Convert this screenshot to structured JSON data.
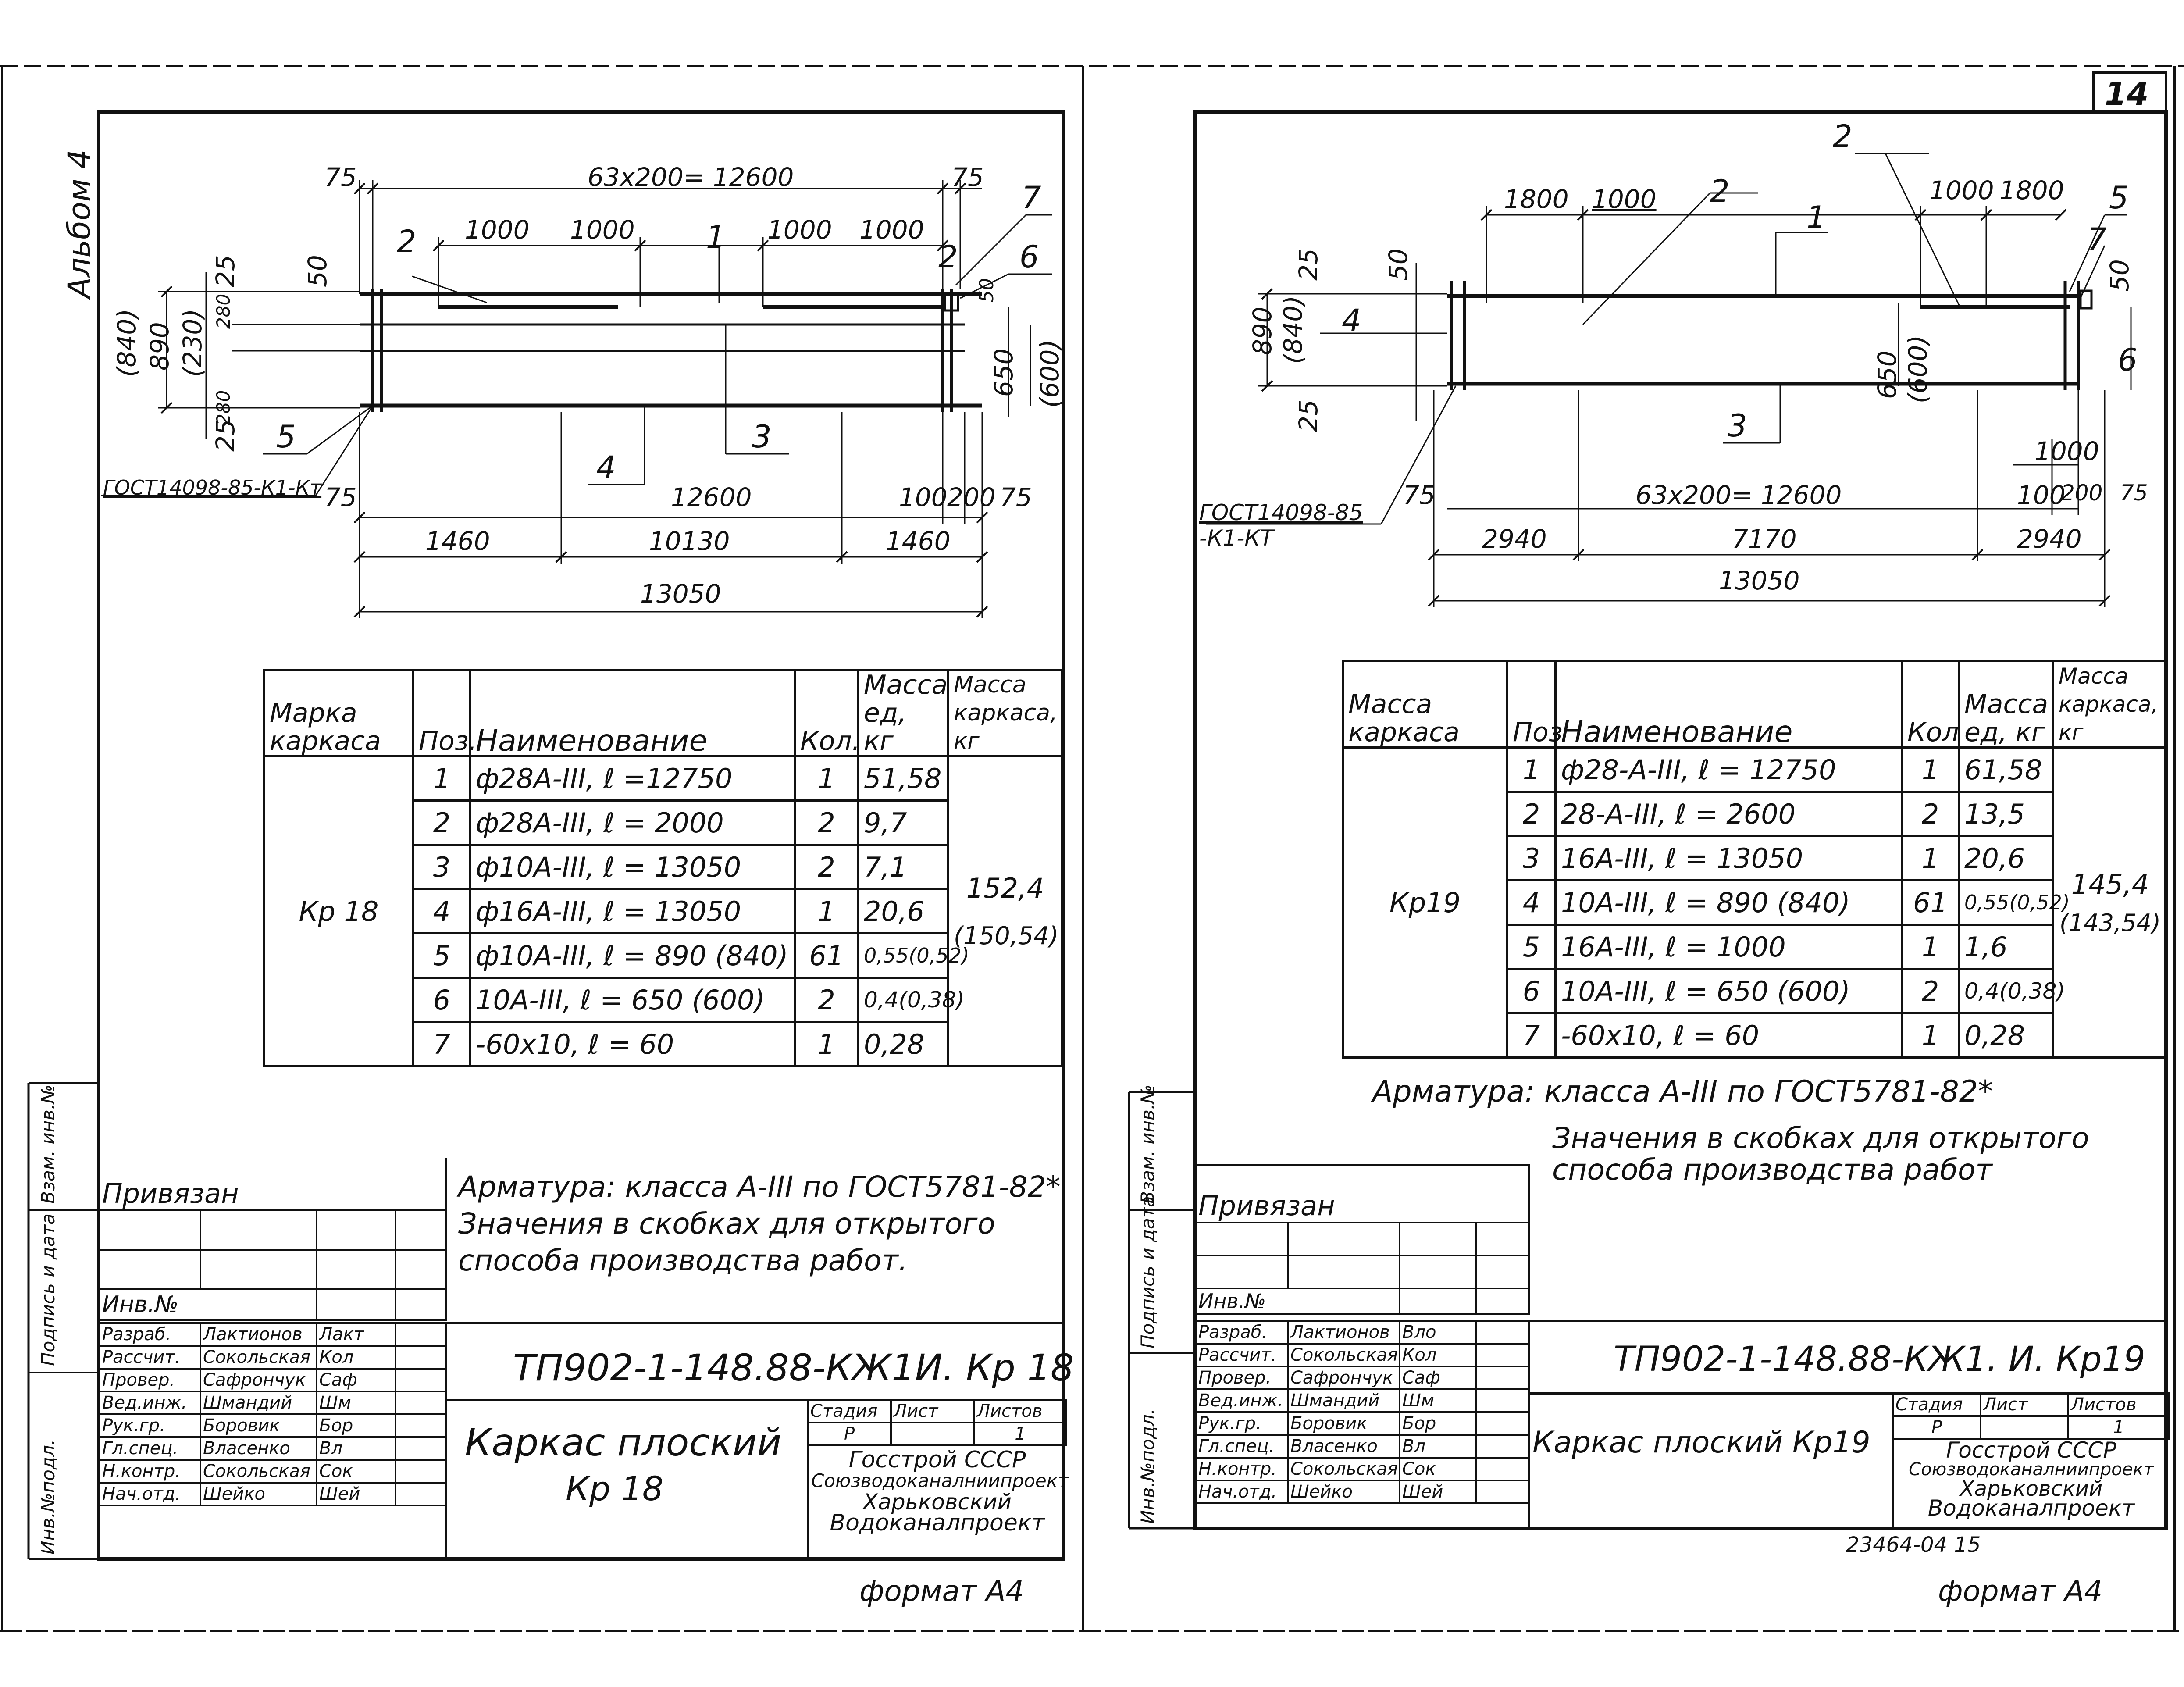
{
  "page_number": "14",
  "album_label": "Альбом 4",
  "side_labels": [
    "Инв.№подл.",
    "Подпись и дата",
    "Взам. инв.№"
  ],
  "left_sheet": {
    "drawing": {
      "top_dims": [
        "75",
        "63x200= 12600",
        "75"
      ],
      "sub_dims": [
        "1000",
        "1000",
        "1000",
        "1000"
      ],
      "pos_labels": [
        "2",
        "1",
        "2",
        "7",
        "6",
        "5",
        "4",
        "3"
      ],
      "left_dims": [
        "(840)",
        "890",
        "(230)",
        "25",
        "50",
        "25",
        "280",
        "280",
        "280",
        "280"
      ],
      "right_dims": [
        "50",
        "650",
        "(600)"
      ],
      "gost_label": "ГОСТ14098-85-К1-Кт",
      "bottom_dims_1": [
        "75",
        "12600",
        "100",
        "200",
        "75"
      ],
      "bottom_dims_2": [
        "1460",
        "10130",
        "1460"
      ],
      "total_dim": "13050"
    },
    "spec": {
      "headers": [
        "Марка каркаса",
        "Поз.",
        "Наименование",
        "Кол.",
        "Масса ед, кг",
        "Масса каркаса, кг"
      ],
      "mark": "Кр 18",
      "frame_mass": [
        "152,4",
        "(150,54)"
      ],
      "rows": [
        {
          "pos": "1",
          "name": "ф28А-III, ℓ =12750",
          "qty": "1",
          "mass": "51,58"
        },
        {
          "pos": "2",
          "name": "ф28А-III, ℓ = 2000",
          "qty": "2",
          "mass": "9,7"
        },
        {
          "pos": "3",
          "name": "ф10А-III, ℓ = 13050",
          "qty": "2",
          "mass": "7,1"
        },
        {
          "pos": "4",
          "name": "ф16А-III, ℓ = 13050",
          "qty": "1",
          "mass": "20,6"
        },
        {
          "pos": "5",
          "name": "ф10А-III, ℓ = 890 (840)",
          "qty": "61",
          "mass": "0,55(0,52)"
        },
        {
          "pos": "6",
          "name": "10А-III, ℓ = 650 (600)",
          "qty": "2",
          "mass": "0,4(0,38)"
        },
        {
          "pos": "7",
          "name": "-60х10, ℓ = 60",
          "qty": "1",
          "mass": "0,28"
        }
      ]
    },
    "notes": [
      "Арматура: класса А-III по ГОСТ5781-82*",
      "Значения в скобках для открытого",
      "способа производства работ."
    ],
    "privyazan": "Привязан",
    "inv_no": "Инв.№",
    "title_block": {
      "code": "ТП902-1-148.88-КЖ1И. Кр 18",
      "title_line1": "Каркас плоский",
      "title_line2": "Кр 18",
      "stage_headers": [
        "Стадия",
        "Лист",
        "Листов"
      ],
      "stage_values": [
        "Р",
        "",
        "1"
      ],
      "org": [
        "Госстрой СССР",
        "Союзводоканалниипроект",
        "Харьковский",
        "Водоканалпроект"
      ],
      "people": [
        {
          "role": "Разраб.",
          "name": "Лактионов",
          "sign": "Лакт"
        },
        {
          "role": "Рассчит.",
          "name": "Сокольская",
          "sign": "Кол"
        },
        {
          "role": "Провер.",
          "name": "Сафрончук",
          "sign": "Саф"
        },
        {
          "role": "Вед.инж.",
          "name": "Шмандий",
          "sign": "Шм"
        },
        {
          "role": "Рук.гр.",
          "name": "Боровик",
          "sign": "Бор"
        },
        {
          "role": "Гл.спец.",
          "name": "Власенко",
          "sign": "Вл"
        },
        {
          "role": "Н.контр.",
          "name": "Сокольская",
          "sign": "Сок"
        },
        {
          "role": "Нач.отд.",
          "name": "Шейко",
          "sign": "Шей"
        }
      ]
    },
    "format": "формат А4"
  },
  "right_sheet": {
    "drawing": {
      "pos_labels": [
        "2",
        "2",
        "1",
        "5",
        "7",
        "4",
        "6",
        "3"
      ],
      "top_dims": [
        "1800",
        "1000",
        "1000",
        "1800"
      ],
      "left_dims": [
        "890",
        "(840)",
        "25",
        "50",
        "25"
      ],
      "right_dims": [
        "650",
        "(600)",
        "50",
        "1000"
      ],
      "gost_label": [
        "ГОСТ14098-85",
        "-К1-КТ"
      ],
      "bottom_dims_1": [
        "75",
        "63x200= 12600",
        "100",
        "200",
        "75"
      ],
      "bottom_dims_2": [
        "2940",
        "7170",
        "2940"
      ],
      "total_dim": "13050"
    },
    "spec": {
      "headers": [
        "Масса каркаса",
        "Поз",
        "Наименование",
        "Кол",
        "Масса ед, кг",
        "Масса каркаса, кг"
      ],
      "mark": "Кр19",
      "frame_mass": [
        "145,4",
        "(143,54)"
      ],
      "rows": [
        {
          "pos": "1",
          "name": "ф28-А-III, ℓ = 12750",
          "qty": "1",
          "mass": "61,58"
        },
        {
          "pos": "2",
          "name": "28-А-III, ℓ = 2600",
          "qty": "2",
          "mass": "13,5"
        },
        {
          "pos": "3",
          "name": "16А-III, ℓ = 13050",
          "qty": "1",
          "mass": "20,6"
        },
        {
          "pos": "4",
          "name": "10А-III, ℓ = 890 (840)",
          "qty": "61",
          "mass": "0,55(0,52)"
        },
        {
          "pos": "5",
          "name": "16А-III, ℓ = 1000",
          "qty": "1",
          "mass": "1,6"
        },
        {
          "pos": "6",
          "name": "10А-III, ℓ = 650 (600)",
          "qty": "2",
          "mass": "0,4(0,38)"
        },
        {
          "pos": "7",
          "name": "-60х10, ℓ = 60",
          "qty": "1",
          "mass": "0,28"
        }
      ]
    },
    "notes": [
      "Арматура: класса А-III по ГОСТ5781-82*",
      "Значения в скобках для открытого",
      "способа производства работ"
    ],
    "privyazan": "Привязан",
    "inv_no": "Инв.№",
    "title_block": {
      "code": "ТП902-1-148.88-КЖ1. И. Кр19",
      "title_line1": "Каркас плоский Кр19",
      "stage_headers": [
        "Стадия",
        "Лист",
        "Листов"
      ],
      "stage_values": [
        "Р",
        "",
        "1"
      ],
      "org": [
        "Госстрой СССР",
        "Союзводоканалниипроект",
        "Харьковский",
        "Водоканалпроект"
      ],
      "people": [
        {
          "role": "Разраб.",
          "name": "Лактионов",
          "sign": "Вло"
        },
        {
          "role": "Рассчит.",
          "name": "Сокольская",
          "sign": "Кол"
        },
        {
          "role": "Провер.",
          "name": "Сафрончук",
          "sign": "Саф"
        },
        {
          "role": "Вед.инж.",
          "name": "Шмандий",
          "sign": "Шм"
        },
        {
          "role": "Рук.гр.",
          "name": "Боровик",
          "sign": "Бор"
        },
        {
          "role": "Гл.спец.",
          "name": "Власенко",
          "sign": "Вл"
        },
        {
          "role": "Н.контр.",
          "name": "Сокольская",
          "sign": "Сок"
        },
        {
          "role": "Нач.отд.",
          "name": "Шейко",
          "sign": "Шей"
        }
      ]
    },
    "archive_no": "23464-04 15",
    "format": "формат А4"
  }
}
